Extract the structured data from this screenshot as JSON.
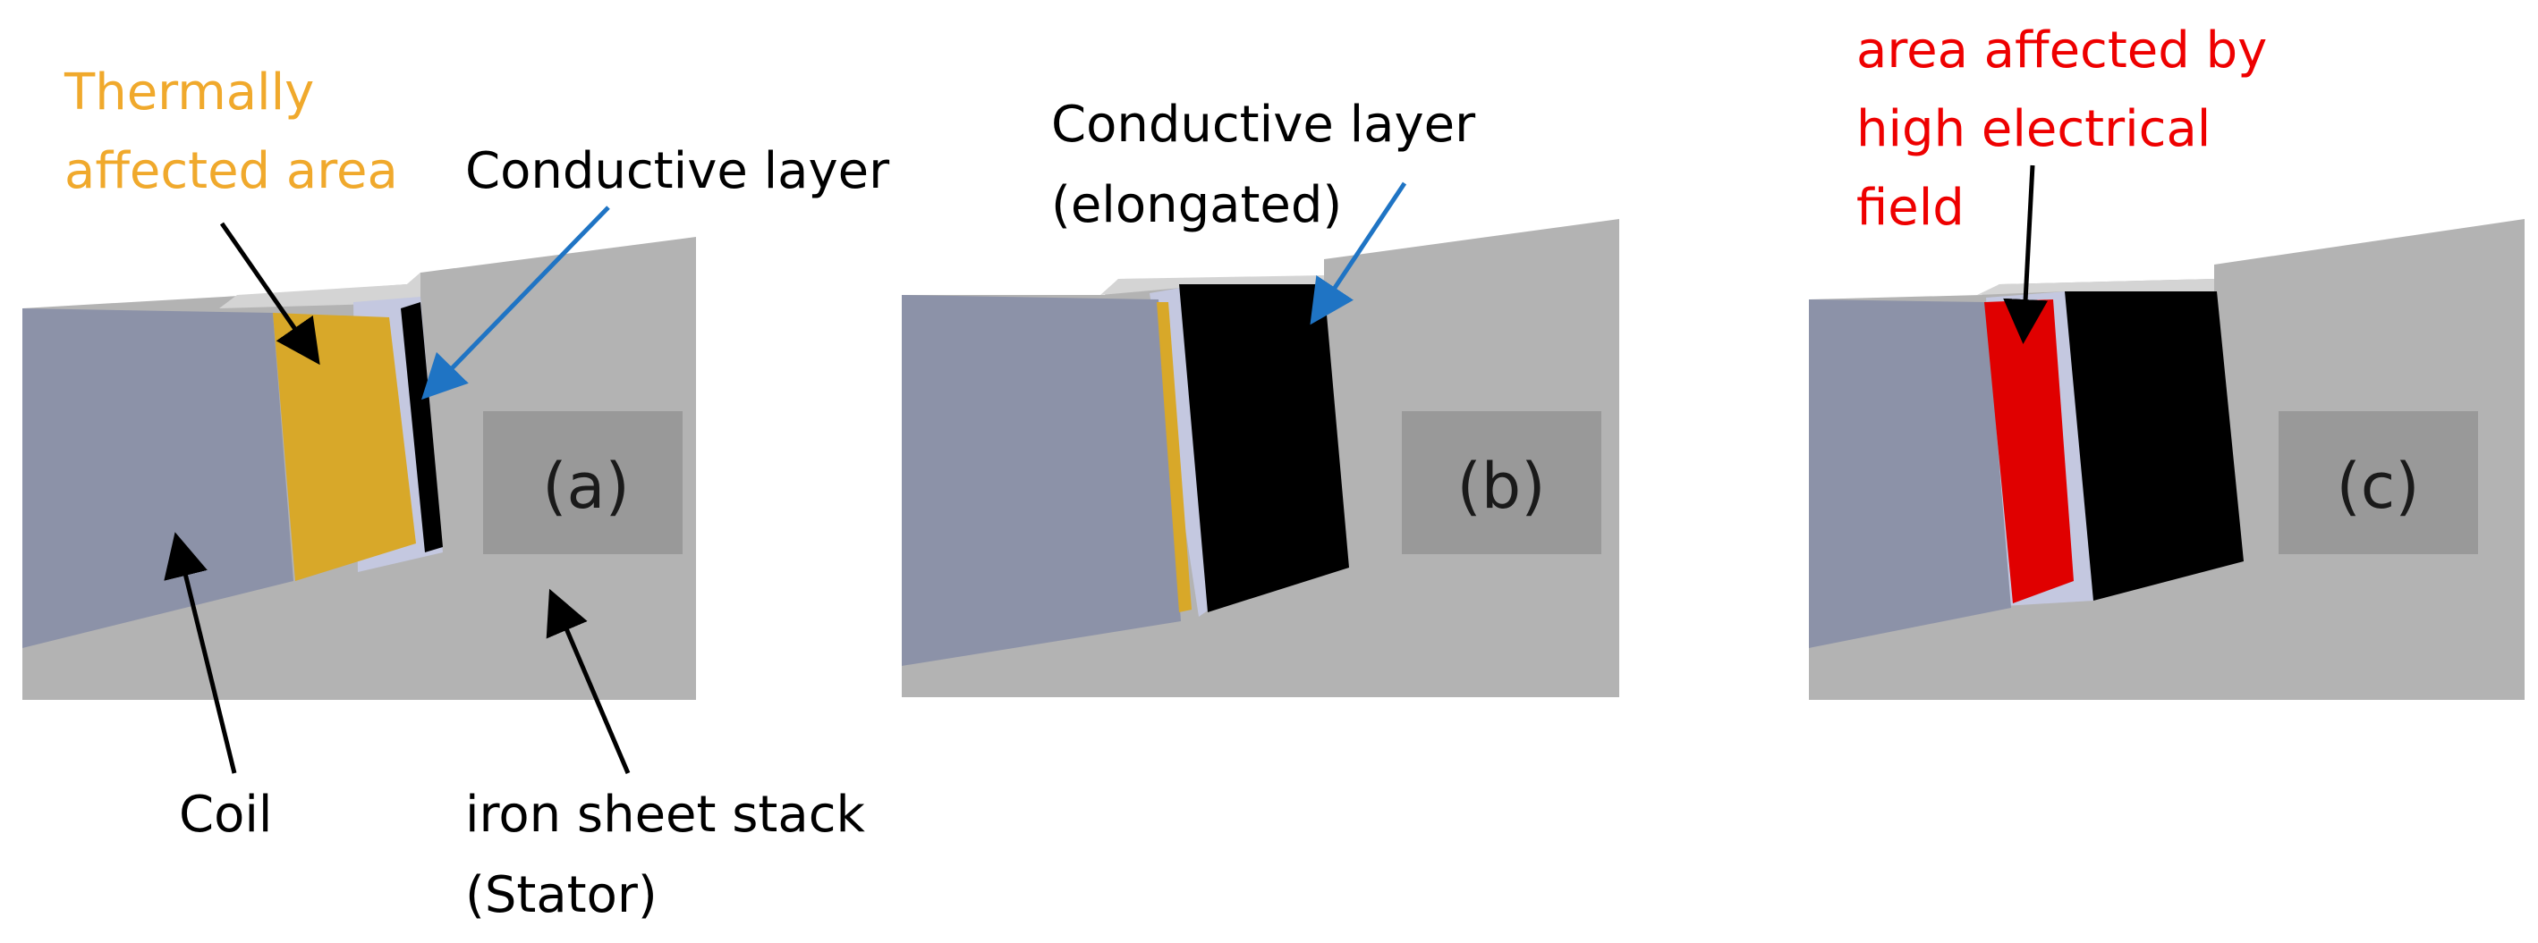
{
  "labels": {
    "thermal_line1": "Thermally",
    "thermal_line2": "affected area",
    "conductive_layer": "Conductive layer",
    "coil": "Coil",
    "stator_line1": "iron sheet stack",
    "stator_line2": "(Stator)",
    "conductive_elongated_line1": "Conductive layer",
    "conductive_elongated_line2": "(elongated)",
    "field_line1": "area affected by",
    "field_line2": "high electrical",
    "field_line3": "field",
    "panel_a": "(a)",
    "panel_b": "(b)",
    "panel_c": "(c)"
  },
  "colors": {
    "stator": "#b3b3b3",
    "stator_label_box": "#999999",
    "slot_top": "#d4d4d4",
    "coil_face": "#8c92a8",
    "insulation": "#c4c8e0",
    "conductive": "#000000",
    "thermal": "#d8a829",
    "thermal_text": "#f0a92c",
    "field": "#e00000",
    "field_text": "#ee0000",
    "blue_arrow": "#1f74c4",
    "black_arrow": "#000000"
  }
}
